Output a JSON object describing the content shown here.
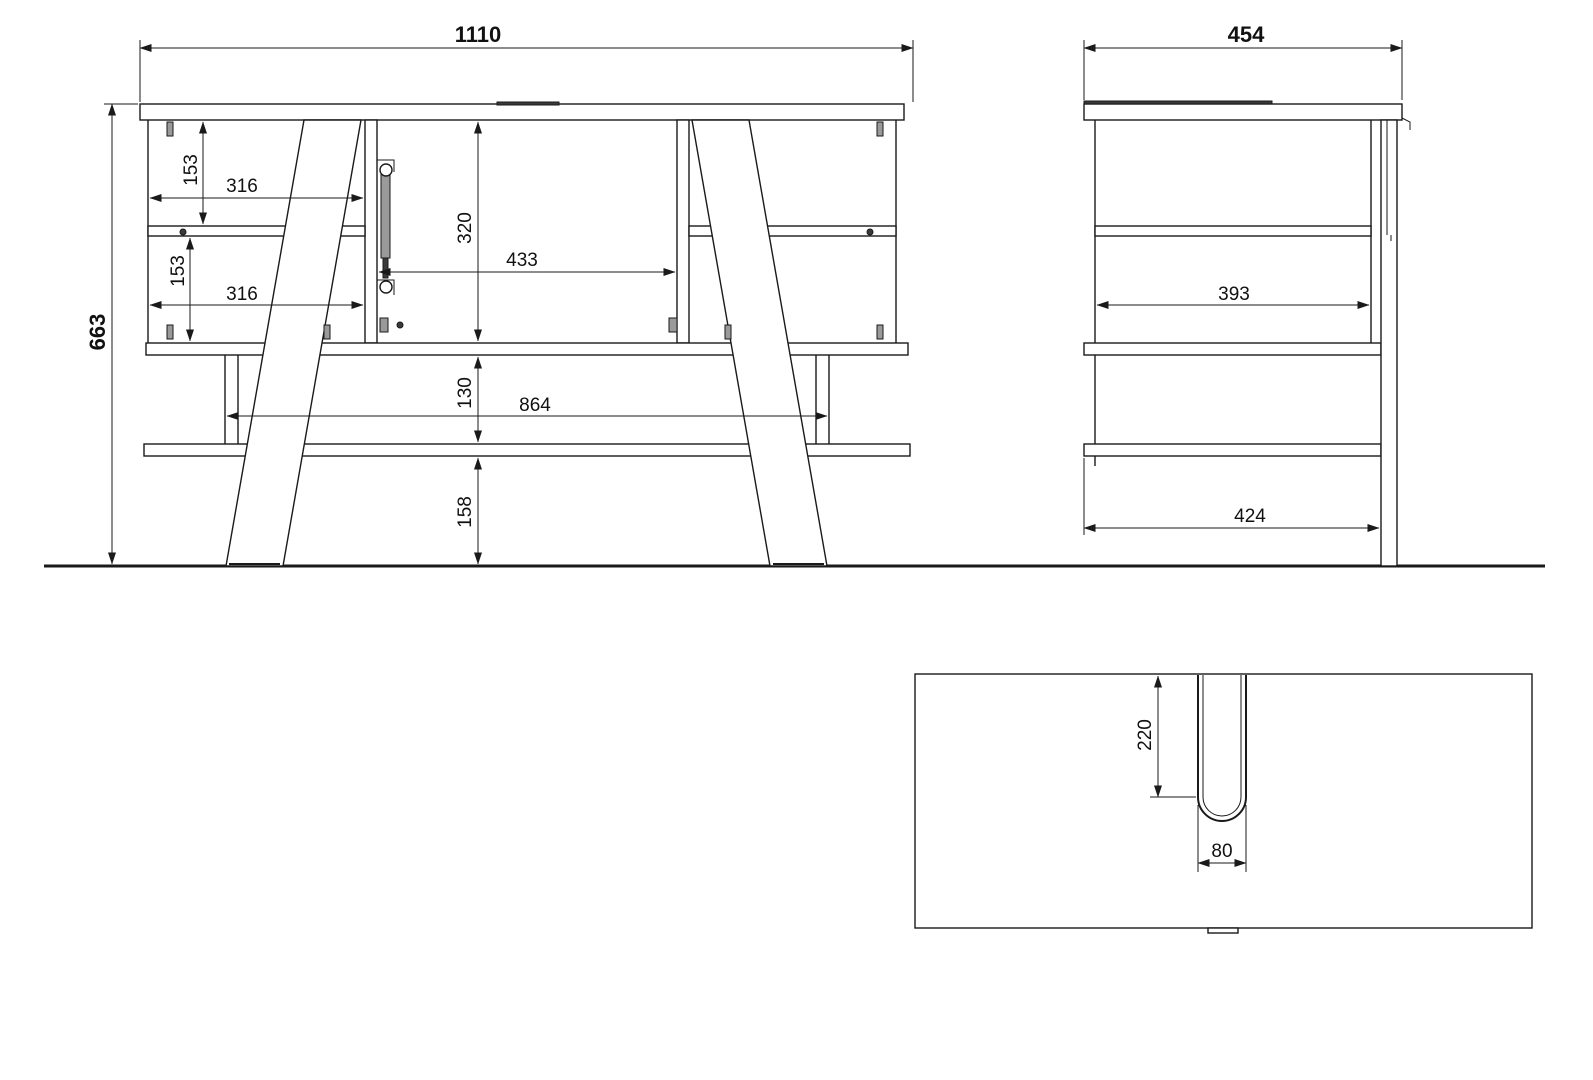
{
  "dimensions": {
    "overall_width": "1110",
    "overall_depth": "454",
    "overall_height": "663",
    "upper_shelf_height_left": "153",
    "lower_shelf_height_left": "153",
    "upper_shelf_width_left": "316",
    "lower_shelf_width_left": "316",
    "center_compartment_height": "320",
    "center_compartment_width": "433",
    "open_shelf_height": "130",
    "open_shelf_width": "864",
    "floor_clearance": "158",
    "side_inner_depth": "393",
    "side_base_depth": "424",
    "cutout_length": "220",
    "cutout_width": "80"
  },
  "colors": {
    "line": "#1a1a1a",
    "background": "#ffffff"
  }
}
